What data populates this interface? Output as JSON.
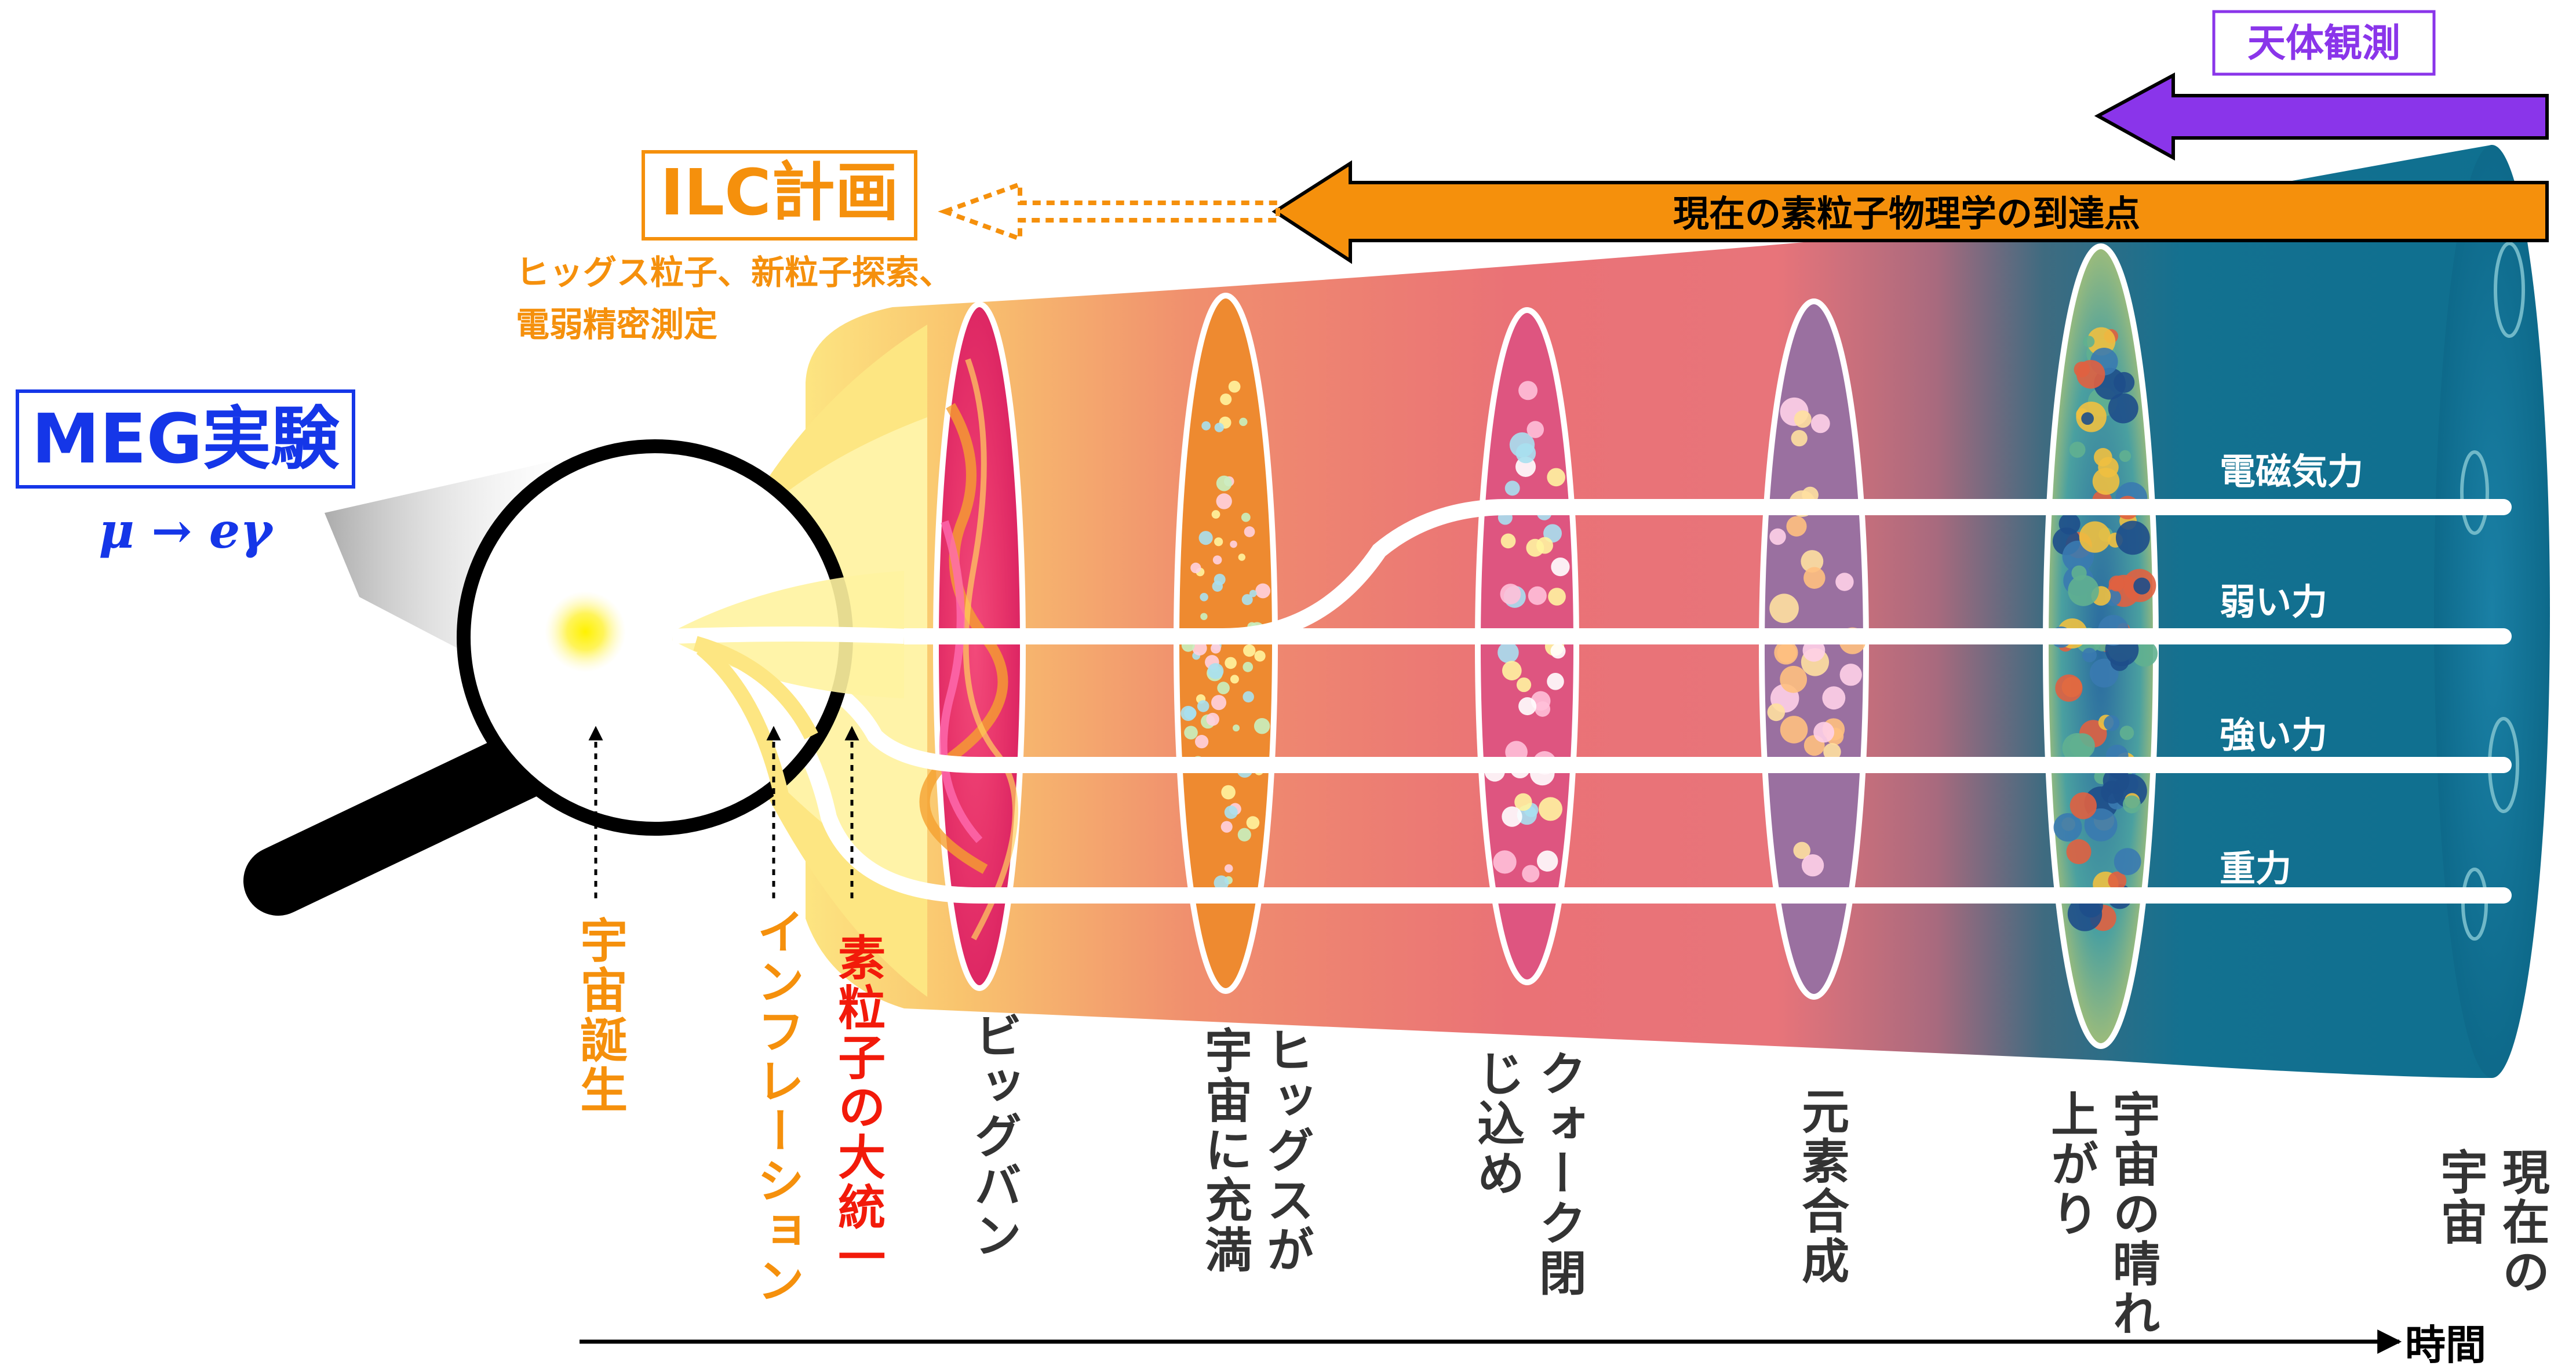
{
  "colors": {
    "ilc": "#f5900c",
    "meg": "#1536e8",
    "astro": "#8a35ea",
    "unification": "#f21a0a",
    "label": "#333333",
    "modern": "#0d6e90",
    "force_lines": "#ffffff"
  },
  "astro_obs": {
    "label": "天体観測",
    "icon": "left-arrow"
  },
  "ilc": {
    "title": "ILC計画",
    "desc_line1": "ヒッグス粒子、新粒子探索、",
    "desc_line2": "電弱精密測定"
  },
  "reach": {
    "label": "現在の素粒子物理学の到達点",
    "icon": "left-arrow"
  },
  "meg": {
    "title": "MEG実験",
    "formula": "μ → eγ",
    "icon": "magnifier-icon"
  },
  "early_labels": {
    "birth": "宇宙誕生",
    "inflation": "インフレーション",
    "unification": "素粒子の大統一"
  },
  "stages": [
    {
      "line1": "ビッグバン",
      "line2": ""
    },
    {
      "line1": "ヒッグスが",
      "line2": "宇宙に充満"
    },
    {
      "line1": "クォーク閉",
      "line2": "じ込め"
    },
    {
      "line1": "元素合成",
      "line2": ""
    },
    {
      "line1": "宇宙の晴れ",
      "line2": "上がり"
    },
    {
      "line1": "現在の",
      "line2": "宇宙"
    }
  ],
  "forces": [
    "電磁気力",
    "弱い力",
    "強い力",
    "重力"
  ],
  "time_axis": {
    "label": "時間",
    "icon": "right-arrow"
  }
}
